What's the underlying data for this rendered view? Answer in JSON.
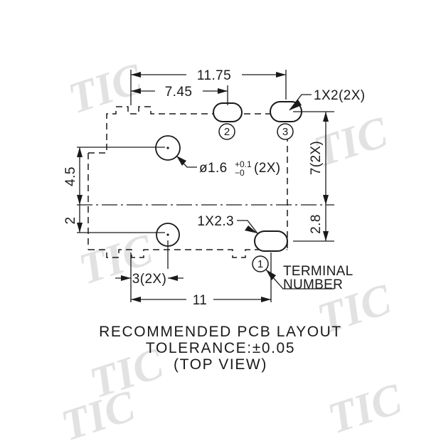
{
  "drawing": {
    "caption_line1": "RECOMMENDED PCB LAYOUT",
    "caption_line2": "TOLERANCE:±0.05",
    "caption_line3": "(TOP VIEW)",
    "terminal_label_line1": "TERMINAL",
    "terminal_label_line2": "NUMBER",
    "watermark_text": "TIC"
  },
  "dimensions": {
    "overall_width": "11.75",
    "inner_width": "7.45",
    "bottom_width": "11",
    "notch_width": "3(2X)",
    "left_upper": "4.5",
    "left_lower": "2",
    "right_upper": "7(2X)",
    "right_lower": "2.8"
  },
  "callouts": {
    "pad_top": "1X2(2X)",
    "pad_bottom": "1X2.3",
    "hole_dia_main": "ø1.6",
    "hole_tol_upper": "+0.1",
    "hole_tol_lower": "−0",
    "hole_qty": "(2X)"
  },
  "terminals": [
    {
      "number": "1"
    },
    {
      "number": "2"
    },
    {
      "number": "3"
    }
  ],
  "colors": {
    "ink": "#1a1a1a",
    "paper": "#ffffff",
    "watermark": "#e2e2e2"
  }
}
